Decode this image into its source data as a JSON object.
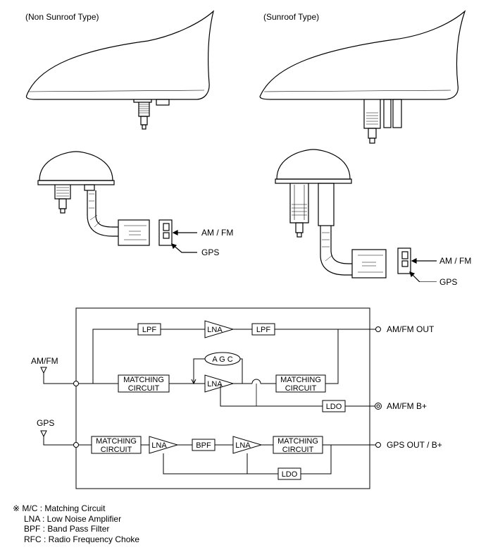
{
  "titles": {
    "non_sunroof": "(Non Sunroof Type)",
    "sunroof": "(Sunroof Type)"
  },
  "connector_labels": {
    "left_amfm": "AM / FM",
    "left_gps": "GPS",
    "right_amfm": "AM / FM",
    "right_gps": "GPS"
  },
  "circuit": {
    "input_amfm": "AM/FM",
    "input_gps": "GPS",
    "lpf_1": "LPF",
    "lna_top": "LNA",
    "lpf_2": "LPF",
    "agc": "A G C",
    "matching_1_line1": "MATCHING",
    "matching_1_line2": "CIRCUIT",
    "lna_mid": "LNA",
    "matching_2_line1": "MATCHING",
    "matching_2_line2": "CIRCUIT",
    "ldo_1": "LDO",
    "matching_3_line1": "MATCHING",
    "matching_3_line2": "CIRCUIT",
    "lna_gps_1": "LNA",
    "bpf": "BPF",
    "lna_gps_2": "LNA",
    "matching_4_line1": "MATCHING",
    "matching_4_line2": "CIRCUIT",
    "ldo_2": "LDO",
    "out_amfm": "AM/FM OUT",
    "out_amfm_b": "AM/FM B+",
    "out_gps": "GPS OUT / B+"
  },
  "legend": {
    "symbol": "※",
    "rows": [
      "M/C : Matching Circuit",
      "LNA : Low Noise Amplifier",
      "BPF : Band Pass Filter",
      "RFC : Radio Frequency Choke"
    ]
  }
}
